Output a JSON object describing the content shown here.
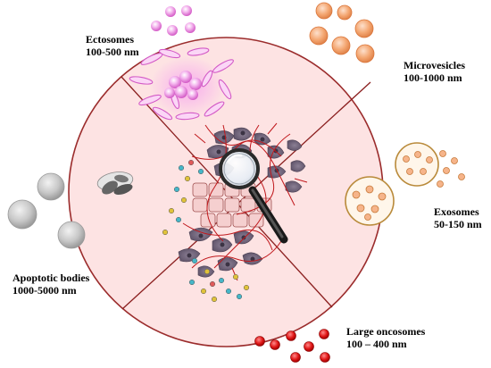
{
  "colors": {
    "circle_fill": "#fde3e3",
    "circle_stroke": "#9b2c2c",
    "divider": "#8b1f1f",
    "ectosome": "#e070d0",
    "microvesicle": "#f2a170",
    "exosome_membrane": "#b98a3a",
    "exosome_cargo": "#e57a3a",
    "apoptotic_body": "#bdbdbd",
    "oncosome": "#d40f0f"
  },
  "labels": {
    "ectosomes": {
      "name": "Ectosomes",
      "size": "100-500 nm"
    },
    "microvesicles": {
      "name": "Microvesicles",
      "size": "100-1000 nm"
    },
    "exosomes": {
      "name": "Exosomes",
      "size": "50-150 nm"
    },
    "apoptotic_bodies": {
      "name": "Apoptotic bodies",
      "size": "1000-5000 nm"
    },
    "large_oncosomes": {
      "name": "Large oncosomes",
      "size": "100 – 400 nm"
    }
  },
  "icons": {
    "magnifier": "magnifying-glass-icon"
  }
}
